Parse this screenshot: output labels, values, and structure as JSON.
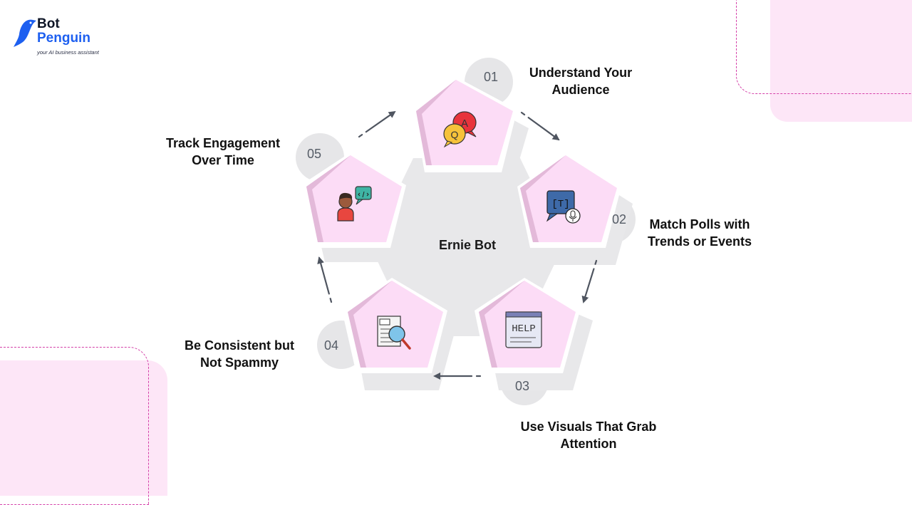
{
  "brand": {
    "name_line1": "Bot",
    "name_line2": "Penguin",
    "tagline": "your AI business assistant"
  },
  "center": {
    "label": "Ernie Bot"
  },
  "steps": [
    {
      "number": "01",
      "label_line1": "Understand Your",
      "label_line2": "Audience",
      "icon": "q-and-a-speech-bubbles-icon"
    },
    {
      "number": "02",
      "label_line1": "Match Polls with",
      "label_line2": "Trends or Events",
      "icon": "text-chat-microphone-icon"
    },
    {
      "number": "03",
      "label_line1": "Use Visuals That Grab",
      "label_line2": "Attention",
      "icon": "help-screen-icon"
    },
    {
      "number": "04",
      "label_line1": "Be Consistent but",
      "label_line2": "Not Spammy",
      "icon": "document-magnifier-icon"
    },
    {
      "number": "05",
      "label_line1": "Track Engagement",
      "label_line2": "Over Time",
      "icon": "person-code-bubble-icon"
    }
  ],
  "icon_texts": {
    "q": "Q",
    "a": "A",
    "t": "[T]",
    "help": "HELP"
  },
  "colors": {
    "accent_pink": "#fde6f7",
    "dash_pink": "#d43fa8",
    "pentagon_fill": "#fcdcf6",
    "pentagon_shade": "#e3b9d9",
    "gray_shadow": "#e8e8ea",
    "arrow": "#4f5560",
    "brand_blue": "#1d5ff0"
  }
}
